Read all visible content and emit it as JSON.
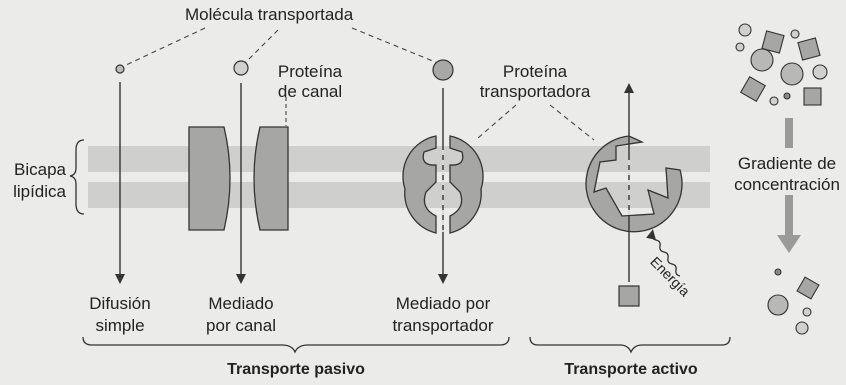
{
  "labels": {
    "molecule": "Molécula transportada",
    "channel_protein_1": "Proteína",
    "channel_protein_2": "de canal",
    "carrier_protein_1": "Proteína",
    "carrier_protein_2": "transportadora",
    "bilayer_1": "Bicapa",
    "bilayer_2": "lipídica",
    "gradient_1": "Gradiente de",
    "gradient_2": "concentración",
    "energy": "Energía",
    "simple_1": "Difusión",
    "simple_2": "simple",
    "channel_1": "Mediado",
    "channel_2": "por canal",
    "carrier_1": "Mediado por",
    "carrier_2": "transportador",
    "passive": "Transporte pasivo",
    "active": "Transporte activo"
  },
  "colors": {
    "background": "#ebebe9",
    "membrane": "#cfcfcd",
    "protein": "#a6a6a4",
    "outline": "#333333",
    "molecule": "#bdbdbb"
  }
}
